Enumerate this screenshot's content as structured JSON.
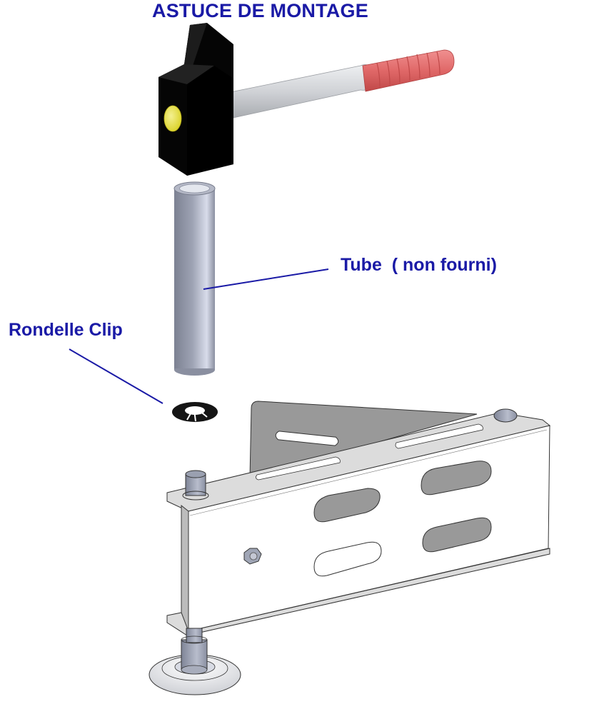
{
  "title": "ASTUCE DE MONTAGE",
  "labels": {
    "tube": "Tube  ( non fourni)",
    "rondelle_clip": "Rondelle Clip"
  },
  "parts": [
    {
      "name": "hammer",
      "description": "Massette (black head, yellow face, grey shaft, red grip)"
    },
    {
      "name": "tube",
      "description": "Tube (not supplied)"
    },
    {
      "name": "rondelle-clip",
      "description": "Clip washer"
    },
    {
      "name": "bracket",
      "description": "Support bracket with slotted holes"
    },
    {
      "name": "leveling-foot",
      "description": "Adjustable foot"
    }
  ],
  "colors": {
    "label_text": "#1a1aa6",
    "leader_line": "#1a1aa6",
    "hammer_head": "#000000",
    "hammer_face": "#e8e040",
    "hammer_shaft": "#d4d6d8",
    "hammer_grip": "#e06868",
    "metal": "#9aa0b0"
  }
}
